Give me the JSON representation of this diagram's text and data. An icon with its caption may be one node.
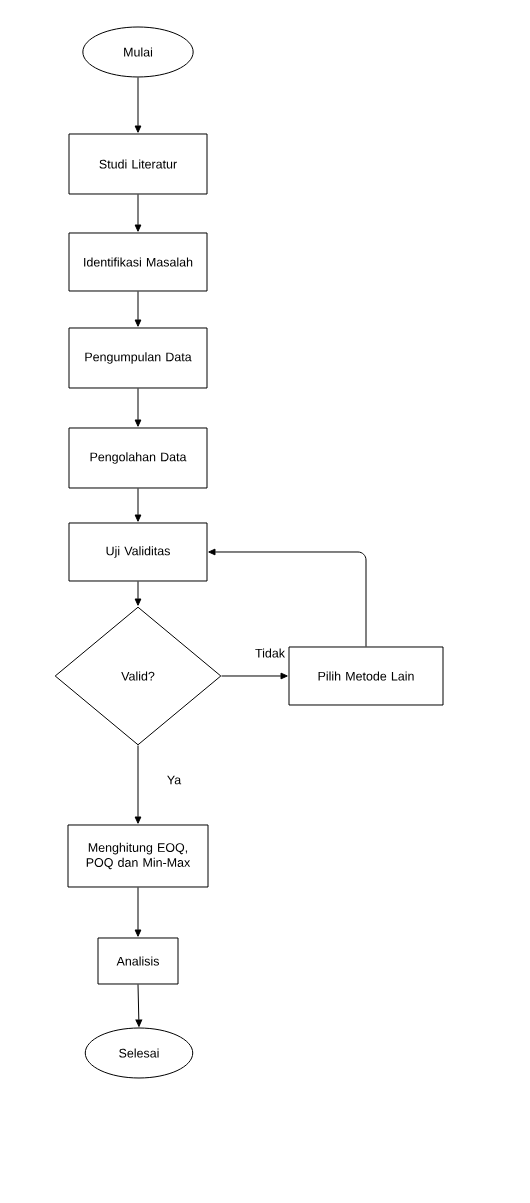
{
  "diagram": {
    "nodes": [
      {
        "text": [
          "Mulai"
        ]
      },
      {
        "text": [
          "Studi Literatur"
        ]
      },
      {
        "text": [
          "Identifikasi Masalah"
        ]
      },
      {
        "text": [
          "Pengumpulan Data"
        ]
      },
      {
        "text": [
          "Pengolahan Data"
        ]
      },
      {
        "text": [
          "Uji Validitas"
        ]
      },
      {
        "text": [
          "Valid?"
        ]
      },
      {
        "text": [
          "Pilih Metode Lain"
        ]
      },
      {
        "text": [
          "Menghitung EOQ, POQ dan Min-Max"
        ]
      },
      {
        "text": [
          "Analisis"
        ]
      },
      {
        "text": [
          "Selesai"
        ]
      }
    ],
    "edges": [
      {
        "from": 0,
        "to": 1,
        "arrow": "to"
      },
      {
        "from": 1,
        "to": 2,
        "arrow": "to"
      },
      {
        "from": 2,
        "to": 3,
        "arrow": "to"
      },
      {
        "from": 3,
        "to": 4,
        "arrow": "to"
      },
      {
        "from": 4,
        "to": 5,
        "arrow": "to"
      },
      {
        "from": 5,
        "to": 6,
        "arrow": "to"
      },
      {
        "from": 6,
        "to": 7,
        "arrow": "to",
        "label": "Tidak"
      },
      {
        "from": 7,
        "to": 5,
        "arrow": "to"
      },
      {
        "from": 6,
        "to": 8,
        "arrow": "to",
        "label": "Ya"
      },
      {
        "from": 8,
        "to": 9,
        "arrow": "to"
      },
      {
        "from": 9,
        "to": 10,
        "arrow": "to"
      }
    ]
  }
}
